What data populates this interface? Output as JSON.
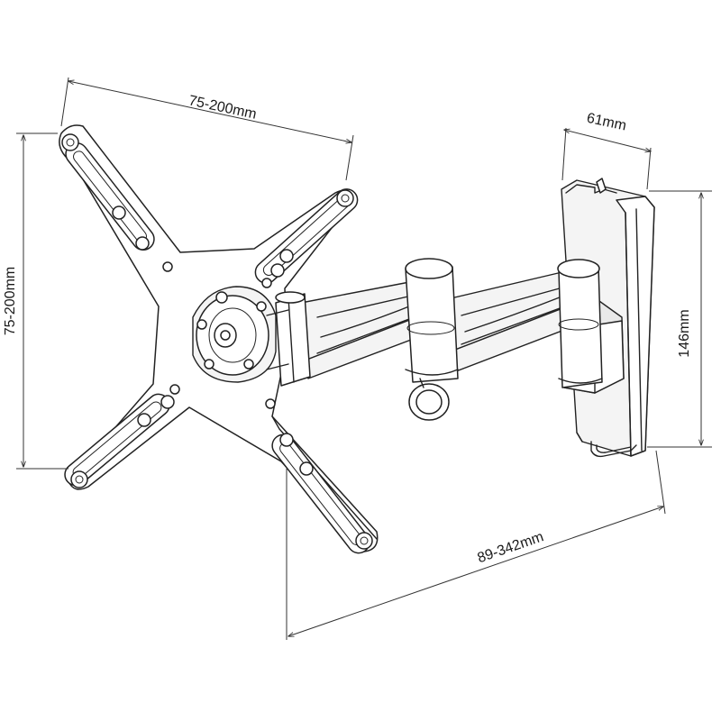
{
  "dimensions": {
    "top_width": "75-200mm",
    "left_height": "75-200mm",
    "depth_top": "61mm",
    "wall_plate_height": "146mm",
    "arm_extension": "89-342mm"
  },
  "colors": {
    "line": "#222222",
    "background": "#ffffff"
  }
}
